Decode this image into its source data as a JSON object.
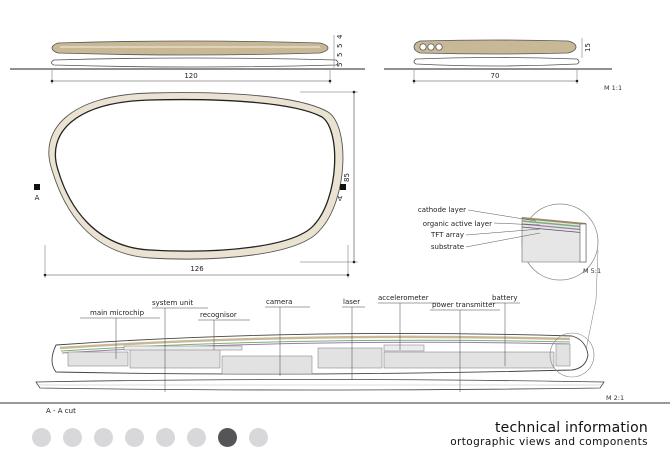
{
  "side_view": {
    "dim_width": "120",
    "thickness_dims": [
      "5",
      "5",
      "5",
      "4"
    ]
  },
  "end_view": {
    "dim_width": "70",
    "dim_height": "15"
  },
  "top_view": {
    "dim_width": "126",
    "dim_height": "85",
    "section_marker": "A"
  },
  "scales": {
    "top": "M 1:1",
    "detail": "M 5:1",
    "section": "M 2:1"
  },
  "detail_layers": [
    "cathode layer",
    "organic active layer",
    "TFT array",
    "substrate"
  ],
  "section_components": [
    "main microchip",
    "system unit",
    "recognisor",
    "camera",
    "laser",
    "accelerometer",
    "power transmitter",
    "battery"
  ],
  "cut_label": "A - A cut",
  "title": "technical information",
  "subtitle": "ortographic views and components",
  "pagination": {
    "total": 8,
    "active_index": 6
  },
  "colors": {
    "accent": "#c8b896",
    "active_dot": "#555558",
    "inactive_dot": "#d8d8da"
  }
}
